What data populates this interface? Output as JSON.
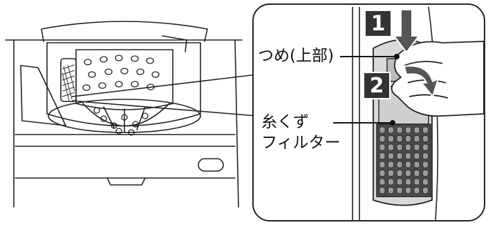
{
  "steps": [
    "1",
    "2"
  ],
  "labels": {
    "tab": "つめ(上部)",
    "filter_line1": "糸くず",
    "filter_line2": "フィルター"
  },
  "colors": {
    "outline": "#222222",
    "step_badge": "#333333",
    "filter_mesh": "#4a4a4a",
    "filter_body": "#8a8a8a"
  }
}
